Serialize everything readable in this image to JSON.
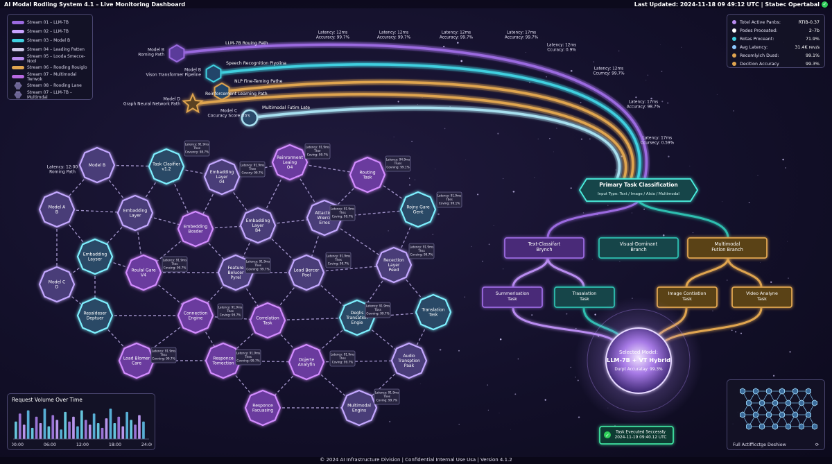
{
  "header": {
    "title": "AI Modal Rodling System 4.1 – Live Monitoring Dashboard",
    "updated": "Last Updated: 2024-11-18 09 49:12 UTC | Stabec Opertabal"
  },
  "colors": {
    "purple": "#9b6ae0",
    "violet": "#b98cf0",
    "cyan": "#3fd0e0",
    "orange": "#e0a550",
    "teal": "#2fbfb0",
    "green": "#2fcf5a"
  },
  "legend": [
    {
      "label": "Stream 01 – LLM-7B",
      "color": "#9b6ae0",
      "kind": "line"
    },
    {
      "label": "Stream 02 – LLM-7B",
      "color": "#c9a3ff",
      "kind": "line"
    },
    {
      "label": "Stream 03 – Model B",
      "color": "#3fd0e0",
      "kind": "line"
    },
    {
      "label": "Stream 04 – Leading Patten",
      "color": "#ccc6e6",
      "kind": "line"
    },
    {
      "label": "Stream 05 – Looda Smecce- Nool",
      "color": "#b98cf0",
      "kind": "line"
    },
    {
      "label": "Stream 06 – Rooding Rouiglo",
      "color": "#e0a550",
      "kind": "line"
    },
    {
      "label": "Stream 07 – Multimodal Twrwok",
      "color": "#b86ae0",
      "kind": "line"
    },
    {
      "label": "Stream 08 – Rooding Lane",
      "color": "#6b6494",
      "kind": "hex"
    },
    {
      "label": "Stream 07 – LLM-7B – Multimdal",
      "color": "#6b6494",
      "kind": "hex"
    }
  ],
  "stats": [
    {
      "label": "Totel Active Panbs:",
      "value": "RTIB-0.37",
      "color": "#b98cf0"
    },
    {
      "label": "Podes Proceated:",
      "value": "2–7b",
      "color": "#ffffff"
    },
    {
      "label": "Rotas Proceant:",
      "value": "71.9%",
      "color": "#3fd0e0"
    },
    {
      "label": "Avg Latency:",
      "value": "31.4K rev/s",
      "color": "#8ec9ff"
    },
    {
      "label": "Recomlyich Dusd:",
      "value": "99.1%",
      "color": "#e0a550"
    },
    {
      "label": "Decition Accuracy",
      "value": "99.3%",
      "color": "#e0a550"
    }
  ],
  "routes": [
    {
      "model": "Model B\nRoming Path",
      "path": "LLM-7B Rouing Path",
      "color": "#9b6ae0",
      "icon": "hexagon-icon",
      "latency": "Latency: 12ms\nAccuracy: 99.7%"
    },
    {
      "model": "Model B\nVison Transformer Pipeline",
      "path": "Speech Recognition Piyolina",
      "color": "#3fd0e0",
      "icon": "hexagon-icon",
      "latency": "Latency: 12ms\nAccuracy: 99.7%"
    },
    {
      "model": "",
      "path": "NLP Fine-Teming Pathe",
      "color": "#e0a550",
      "icon": "hexagon-icon",
      "latency": "Latency: 12ms\nAccuracy: 99.7%"
    },
    {
      "model": "Model D\nGraph Neural Network Path",
      "path": "Reinforcement Learning Path",
      "color": "#e0a550",
      "icon": "star-icon",
      "latency": "Latency: 17ms\nAccuracy: 99.7%"
    },
    {
      "model": "Model C\nCocuracy Score Utrs",
      "path": "Multimodal Futim Late",
      "color": "#a8e0f0",
      "icon": "circle-icon",
      "latency": ""
    }
  ],
  "right_latency": [
    "Latency: 12ms\nCcuracy: 0.9%",
    "Latency: 12ms\nCcurncy: 99.7%",
    "Latency: 17ms\nAccuracy: 98.7%",
    "Latency: 17ms\nCcursecy: 0.59%"
  ],
  "network": {
    "left_caption": "Latency: 12:00\nRoming Path",
    "nodes": [
      {
        "label": "Model B",
        "color": "violet"
      },
      {
        "label": "Task Clasifier\nv1.2",
        "color": "cyan"
      },
      {
        "label": "Embadding\nLayer\n04",
        "color": "violet"
      },
      {
        "label": "Reinrorment\nLeaing\nO4",
        "color": "purple"
      },
      {
        "label": "Routing\nTask",
        "color": "purple"
      },
      {
        "label": "Model A\nB",
        "color": "violet"
      },
      {
        "label": "Embadding\nLayer",
        "color": "violet"
      },
      {
        "label": "Embedding\nBosder",
        "color": "purple"
      },
      {
        "label": "Embadding\nLayer\nB4",
        "color": "violet"
      },
      {
        "label": "Attaction\nWiercn\nErros",
        "color": "violet"
      },
      {
        "label": "Rojny Gare\nGent",
        "color": "cyan"
      },
      {
        "label": "Embadding\nLayser",
        "color": "cyan"
      },
      {
        "label": "Model C\nD",
        "color": "violet"
      },
      {
        "label": "Roulal Gare\nV4",
        "color": "purple"
      },
      {
        "label": "Feature\nBelucer\nPyrel",
        "color": "violet"
      },
      {
        "label": "Lead Bercer\nPool",
        "color": "violet"
      },
      {
        "label": "Recection\nLayer\nPeed",
        "color": "violet"
      },
      {
        "label": "Resaldeser\nDeptuer",
        "color": "cyan"
      },
      {
        "label": "Connection\nEngine",
        "color": "purple"
      },
      {
        "label": "Correlation\nTask",
        "color": "purple"
      },
      {
        "label": "Deglis\nTransation\nEngie",
        "color": "cyan"
      },
      {
        "label": "Translation\nTask",
        "color": "cyan"
      },
      {
        "label": "Load Blomer\nCare",
        "color": "purple"
      },
      {
        "label": "Responce\nTomection",
        "color": "purple"
      },
      {
        "label": "Oojerte\nAnalyfin",
        "color": "purple"
      },
      {
        "label": "Audio\nTransption\nPaak",
        "color": "violet"
      },
      {
        "label": "Responce\nFacuasing",
        "color": "purple"
      },
      {
        "label": "Multimodal\nEngins",
        "color": "violet"
      }
    ],
    "badges": [
      "Latency: 91.9ms\nThes\nCovunny: 98.7%",
      "Latency: 91.9ms\nThee\nCovsny: 99.7%",
      "Latency: 91.9ms\nTher\nCoving: 99.7%",
      "Latency: 94.9ms\nTruss\nCovning: 99.1%",
      "Latency: 91.9ms\nTbss\nCoving: 99.1%",
      "Latency: 91.9ms\nThss\nCoving: 99.7%",
      "Latency: 91.9ms\nThss\nCovsing: 99.7%",
      "Latency: 91.9ms\nThes\nCoving: 99.7%",
      "Latency: 91.9ms\nThes\nCovning: 99.7%",
      "Latency: 91.9ms\nTtes\nCovsing: 99.7%",
      "Latency: 91.9ms\nThes\nCoving: 99.7%",
      "Latency: 91.9ms\nTbss\nCovning: 99.7%",
      "Latency: 91.9ms\nThss\nCovning: 99.7%",
      "Latency: 91.9ms\nThes\nCovning: 99.7%",
      "Latency: 91.9ms\nThss\nCoving: 99.7%",
      "Latency: 91.9ms\nThes\nCoving: 99.7%"
    ]
  },
  "flow": {
    "primary": {
      "title": "Primary Task Classification",
      "sub": "Input Type: Text / Image / Alsia / Multimodal"
    },
    "branches": [
      {
        "label": "Text-Classifart\nBrynch",
        "color": "#9b6ae0"
      },
      {
        "label": "Visual-Dominant\nBranch",
        "color": "#2fbfb0"
      },
      {
        "label": "Multimodal\nFutlon Branch",
        "color": "#e0a550"
      }
    ],
    "tasks": [
      {
        "label": "Summerisation\nTask",
        "color": "#9b6ae0"
      },
      {
        "label": "Trasalation\nTask",
        "color": "#2fbfb0"
      },
      {
        "label": "Image Contiation\nTask",
        "color": "#e0a550"
      },
      {
        "label": "Video Analyne\nTask",
        "color": "#e0a550"
      }
    ],
    "selected": {
      "line1": "Selected Model:",
      "line2": "LLM-7B + VT Hybrid",
      "line3": "Durpt Accuratay: 99.3%"
    },
    "executed": {
      "line1": "Task Evecuted Seccessfy",
      "line2": "2024-11-19 09:40.12 UTC"
    }
  },
  "volume": {
    "title": "Request Volume Over Time",
    "ticks": [
      "00:00",
      "06:00",
      "12:00",
      "18:00",
      "24:00"
    ],
    "bars": [
      0.55,
      0.8,
      0.45,
      0.9,
      0.35,
      0.7,
      0.5,
      0.95,
      0.4,
      0.75,
      0.6,
      0.3,
      0.85,
      0.55,
      0.7,
      0.4,
      0.9,
      0.6,
      0.45,
      0.8,
      0.5,
      0.35,
      0.65,
      0.95,
      0.5,
      0.7,
      0.4,
      0.85,
      0.6,
      0.45,
      0.75,
      0.55
    ]
  },
  "minimap": {
    "caption": "Full Actifficctge Deshiow"
  },
  "footer": "© 2024 AI Infrastructure Division | Confidential Internal Use Usa | Version 4.1.2"
}
